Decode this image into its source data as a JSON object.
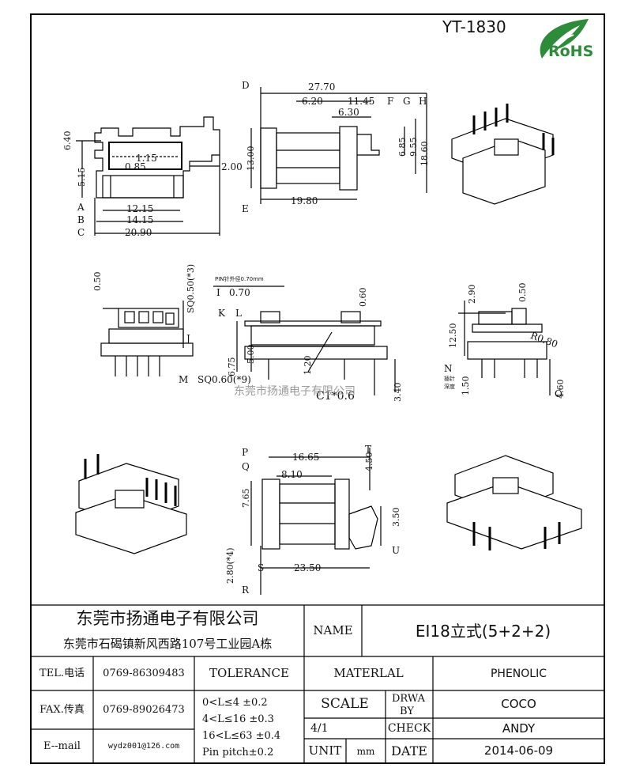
{
  "header": {
    "model_no": "YT-1830",
    "rohs_text": "RoHS"
  },
  "views": {
    "top_left": {
      "dims": [
        "6.40",
        "1.15",
        "0.85",
        "2.00",
        "5.15",
        "12.15",
        "14.15",
        "20.90"
      ],
      "refs": [
        "A",
        "B",
        "C"
      ]
    },
    "top_mid": {
      "dims": [
        "27.70",
        "6.20",
        "11.45",
        "6.30",
        "6.85",
        "9.55",
        "18.60",
        "13.00",
        "19.80"
      ],
      "refs": [
        "D",
        "F",
        "G",
        "H",
        "E"
      ]
    },
    "mid_left": {
      "dims": [
        "0.50",
        "SQ0.50(*3)"
      ],
      "refs": [
        "J"
      ]
    },
    "mid_center": {
      "pin_note": "PIN针外径0.70mm",
      "dims": [
        "0.70",
        "0.60",
        "5.00",
        "6.75",
        "1.20",
        "SQ0.60(*9)",
        "C1*0.6",
        "3.40"
      ],
      "refs": [
        "I",
        "K",
        "L",
        "M"
      ]
    },
    "mid_right": {
      "dims": [
        "2.90",
        "0.50",
        "12.50",
        "R0.80",
        "1.50",
        "4.60"
      ],
      "refs": [
        "N",
        "O"
      ],
      "label_pin": "插针",
      "label_depth": "深度"
    },
    "bottom_mid": {
      "dims": [
        "16.65",
        "8.10",
        "4.50",
        "7.65",
        "3.50",
        "2.80(*4)",
        "23.50"
      ],
      "refs": [
        "P",
        "Q",
        "T",
        "U",
        "S",
        "R"
      ]
    },
    "watermark": "东莞市扬通电子有限公司"
  },
  "title_block": {
    "company": "东莞市扬通电子有限公司",
    "address": "东莞市石碣镇新风西路107号工业园A栋",
    "name_label": "NAME",
    "name_value": "EI18立式(5+2+2)",
    "tel_label": "TEL.电话",
    "tel_value": "0769-86309483",
    "fax_label": "FAX.传真",
    "fax_value": "0769-89026473",
    "email_label": "E--mail",
    "email_value": "wydz001@126.com",
    "tolerance_label": "TOLERANCE",
    "tol_1": "0<L≤4   ±0.2",
    "tol_2": "4<L≤16  ±0.3",
    "tol_3": "16<L≤63 ±0.4",
    "tol_4": "Pin pitch±0.2",
    "material_label": "MATERLAL",
    "material_value": "PHENOLIC",
    "scale_label": "SCALE",
    "scale_value": "4/1",
    "drwa_label": "DRWA",
    "by_label": "BY",
    "drwa_value": "COCO",
    "check_label": "CHECK",
    "check_value": "ANDY",
    "unit_label": "UNIT",
    "unit_value": "mm",
    "date_label": "DATE",
    "date_value": "2014-06-09"
  }
}
